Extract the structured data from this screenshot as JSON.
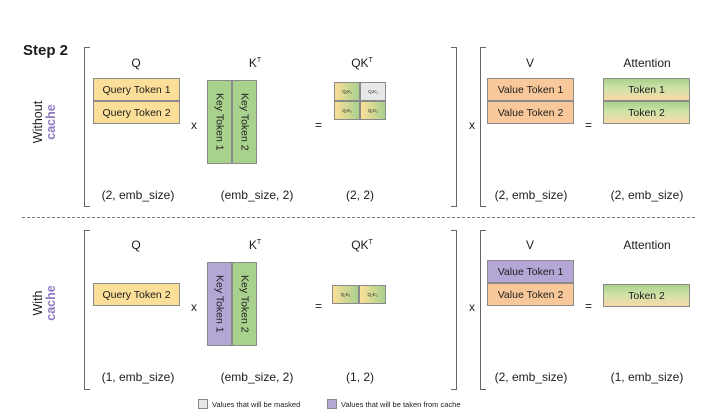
{
  "step_label": "Step 2",
  "colors": {
    "query": "#fbdf98",
    "value": "#f9c89a",
    "key": "#a9d18e",
    "cached": "#b4a7d6",
    "masked": "#e8e8e8",
    "accent": "#8e7cc3"
  },
  "operators": {
    "times": "x",
    "equals": "="
  },
  "without": {
    "label_line1": "Without",
    "label_line2": "cache",
    "headers": {
      "q": "Q",
      "k": "K",
      "qk": "QK",
      "v": "V",
      "attention": "Attention",
      "transpose": "T"
    },
    "q_tokens": [
      "Query Token 1",
      "Query Token 2"
    ],
    "k_tokens": [
      "Key Token 1",
      "Key Token 2"
    ],
    "qk_cells": [
      [
        "Q₁K₁",
        "Q₁K₂"
      ],
      [
        "Q₂K₁",
        "Q₂K₂"
      ]
    ],
    "v_tokens": [
      "Value Token 1",
      "Value Token 2"
    ],
    "att_tokens": [
      "Token 1",
      "Token 2"
    ],
    "dims": {
      "q": "(2, emb_size)",
      "k": "(emb_size, 2)",
      "qk": "(2, 2)",
      "v": "(2, emb_size)",
      "attention": "(2, emb_size)"
    }
  },
  "with": {
    "label_line1": "With",
    "label_line2": "cache",
    "headers": {
      "q": "Q",
      "k": "K",
      "qk": "QK",
      "v": "V",
      "attention": "Attention",
      "transpose": "T"
    },
    "q_tokens": [
      "Query Token 2"
    ],
    "k_tokens": [
      "Key Token 1",
      "Key Token 2"
    ],
    "qk_cells": [
      [
        "Q₂K₁",
        "Q₂K₂"
      ]
    ],
    "v_tokens": [
      "Value Token 1",
      "Value Token 2"
    ],
    "att_tokens": [
      "Token 2"
    ],
    "dims": {
      "q": "(1, emb_size)",
      "k": "(emb_size, 2)",
      "qk": "(1, 2)",
      "v": "(2, emb_size)",
      "attention": "(1, emb_size)"
    }
  },
  "legend": {
    "masked": "Values that will be masked",
    "cached": "Values that will be taken from cache"
  }
}
